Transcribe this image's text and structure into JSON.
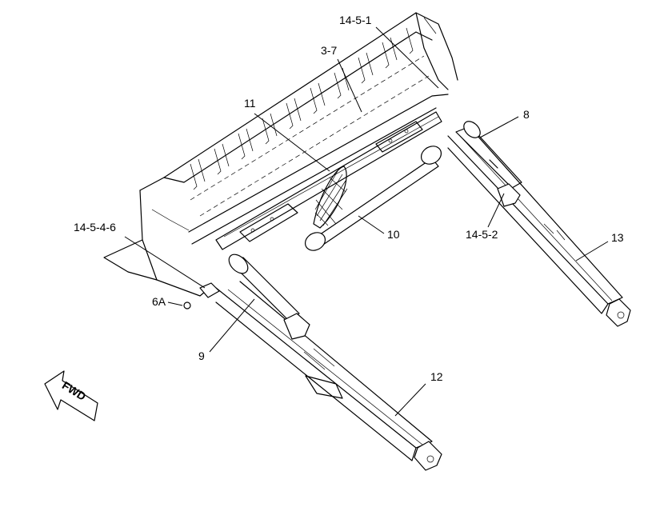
{
  "callouts": {
    "c14_5_1": "14-5-1",
    "c3_7": "3-7",
    "c11": "11",
    "c8": "8",
    "c14_5_4_6": "14-5-4-6",
    "c10": "10",
    "c14_5_2": "14-5-2",
    "c13": "13",
    "c6a": "6A",
    "c9": "9",
    "c12": "12"
  },
  "direction_indicator": {
    "label": "FWD",
    "icon": "forward-arrow-icon"
  },
  "colors": {
    "line": "#000000",
    "background": "#ffffff"
  }
}
